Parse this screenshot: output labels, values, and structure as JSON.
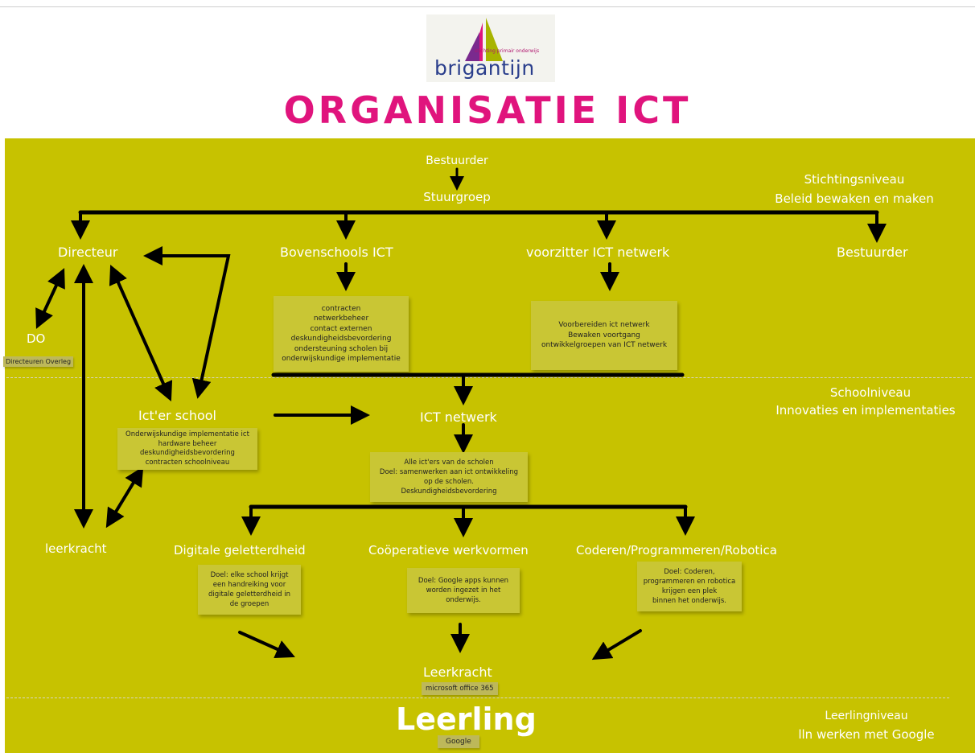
{
  "logo": {
    "name": "brigantijn",
    "tagline": "stichting primair onderwijs"
  },
  "title": "ORGANISATIE ICT",
  "levels": {
    "stichting": [
      "Stichtingsniveau",
      "Beleid bewaken en maken"
    ],
    "school": [
      "Schoolniveau",
      "Innovaties en implementaties"
    ],
    "leerling": [
      "Leerlingniveau",
      "lln werken met Google"
    ]
  },
  "nodes": {
    "bestuurder_top": "Bestuurder",
    "stuurgroep": "Stuurgroep",
    "directeur": "Directeur",
    "bovenschools": "Bovenschools ICT",
    "voorzitter": "voorzitter ICT netwerk",
    "bestuurder_right": "Bestuurder",
    "do": "DO",
    "do_tag": "Directeuren Overleg",
    "ictschool": "Ict'er school",
    "ictnetwerk": "ICT netwerk",
    "leerkracht_left": "leerkracht",
    "digitale": "Digitale geletterdheid",
    "cooperatieve": "Coöperatieve werkvormen",
    "coderen": "Coderen/Programmeren/Robotica",
    "leerkracht_bottom": "Leerkracht",
    "office_tag": "microsoft office 365",
    "leerling": "Leerling",
    "google_tag": "Google"
  },
  "notes": {
    "bovenschools": [
      "contracten",
      "netwerkbeheer",
      "contact externen",
      "deskundigheidsbevordering",
      "ondersteuning scholen bij",
      "onderwijskundige implementatie"
    ],
    "voorzitter": [
      "Voorbereiden ict netwerk",
      "Bewaken voortgang",
      "ontwikkelgroepen van ICT netwerk"
    ],
    "ictschool": [
      "Onderwijskundige implementatie ict",
      "hardware beheer",
      "deskundigheidsbevordering",
      "contracten schoolniveau"
    ],
    "ictnetwerk": [
      "Alle ict'ers van de scholen",
      "Doel: samenwerken aan ict ontwikkeling",
      "op de scholen.",
      "Deskundigheidsbevordering"
    ],
    "digitale": [
      "Doel: elke school krijgt",
      "een handreiking voor",
      "digitale geletterdheid in",
      "de groepen"
    ],
    "cooperatieve": [
      "Doel: Google apps kunnen",
      "worden ingezet in het",
      "onderwijs."
    ],
    "coderen": [
      "Doel: Coderen,",
      "programmeren en robotica",
      "krijgen een plek",
      "binnen het onderwijs."
    ]
  },
  "colors": {
    "board": "#c7c200",
    "title": "#e0147d",
    "arrow": "#000000",
    "text": "#ffffff"
  }
}
